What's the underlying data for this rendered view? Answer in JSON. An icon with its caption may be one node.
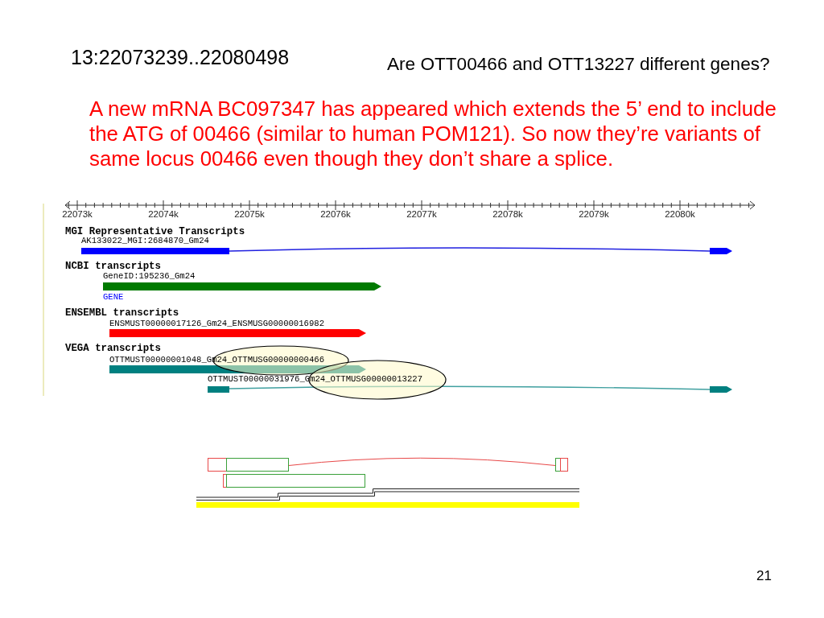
{
  "diagram": {
    "title": "Are OTT00466 and OTT13227 different genes?",
    "labels": [
      "13:22073239..22080498",
      "A new mRNA BC097347 has appeared which extends the 5’ end to include the ATG of 00466 (similar to human POM121). So now they’re variants of same locus 00466 even though they don’t share a splice.",
      "22073k",
      "22074k",
      "22075k",
      "22076k",
      "22077k",
      "22078k",
      "22079k",
      "22080k",
      "MGI Representative Transcripts",
      "AK133022_MGI:2684870_Gm24",
      "NCBI transcripts",
      "GeneID:195236_Gm24",
      "GENE",
      "ENSEMBL transcripts",
      "ENSMUST00000017126_Gm24_ENSMUSG00000016982",
      "VEGA transcripts",
      "OTTMUST00000001048_Gm24_OTTMUSG00000000466",
      "OTTMUST00000031976_Gm24_OTTMUSG00000013227",
      "21"
    ]
  }
}
